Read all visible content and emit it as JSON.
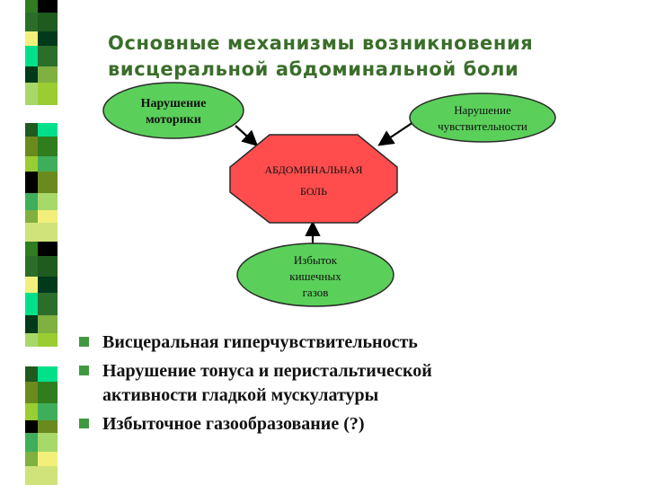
{
  "title": {
    "line1": "Основные механизмы возникновения",
    "line2": "висцеральной абдоминальной боли"
  },
  "diagram": {
    "center": {
      "line1": "АБДОМИНАЛЬНАЯ",
      "line2": "БОЛЬ",
      "color": "#ff4d4d"
    },
    "motility": {
      "line1": "Нарушение",
      "line2": "моторики"
    },
    "sensitivity": {
      "line1": "Нарушение",
      "line2": "чувствительности"
    },
    "gases": {
      "line1": "Избыток",
      "line2": "кишечных",
      "line3": "газов"
    },
    "node_color": "#5ad05a",
    "arrow_color": "#000000"
  },
  "bullets": [
    {
      "line1": "Висцеральная гиперчувствительность",
      "line2": ""
    },
    {
      "line1": "Нарушение тонуса и перистальтической",
      "line2": "активности гладкой мускулатуры"
    },
    {
      "line1": "Избыточное газообразование (?)",
      "line2": ""
    }
  ],
  "bullet_icon": "square-bullet-icon",
  "accent_color": "#3a6e2a"
}
